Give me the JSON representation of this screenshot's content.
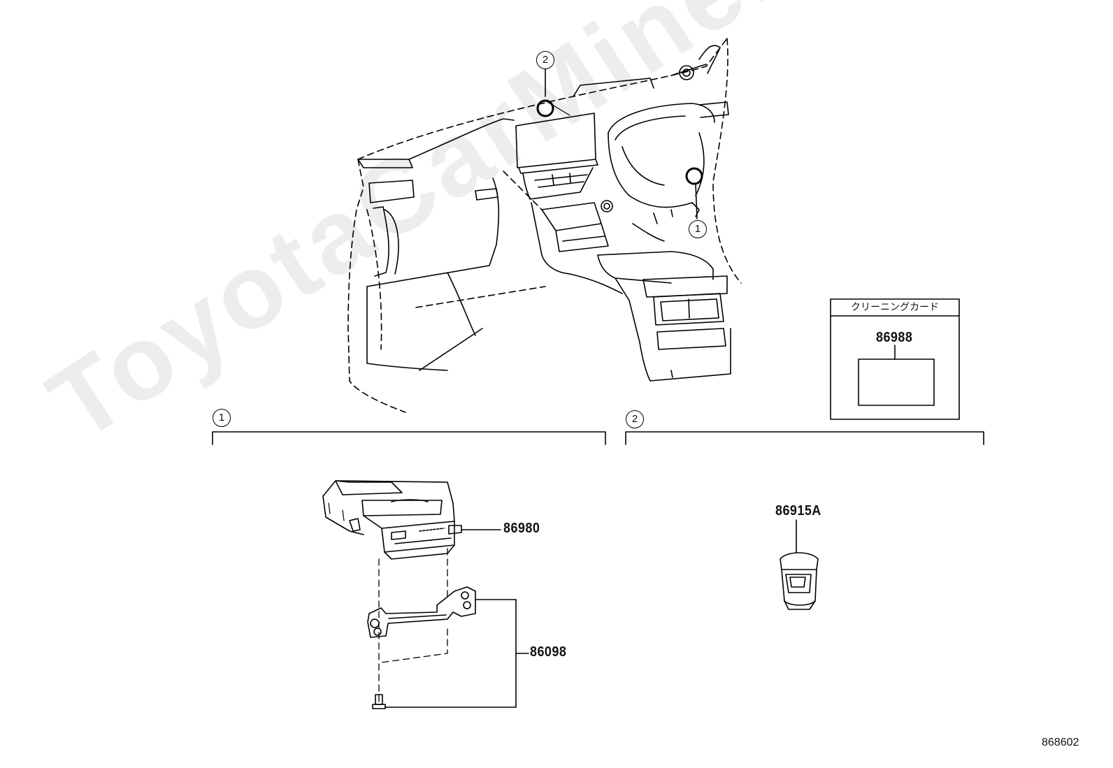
{
  "watermark": "ToyotaCarMine.ru",
  "diagram_code": "868602",
  "callouts": {
    "top_2": "2",
    "top_1": "1",
    "section_1": "1",
    "section_2": "2"
  },
  "parts": {
    "nav_unit": "86980",
    "bracket": "86098",
    "usb_socket": "86915A",
    "cleaning_card": "86988"
  },
  "cleaning_card_box": {
    "title": "クリーニングカード"
  }
}
